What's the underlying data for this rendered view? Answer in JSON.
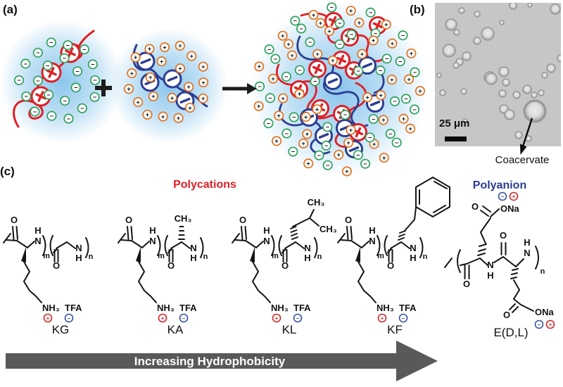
{
  "figure": {
    "panel_a_label": "(a)",
    "panel_b_label": "(b)",
    "panel_c_label": "(c)"
  },
  "panel_b": {
    "scale_bar_label": "25 μm",
    "annotation": "Coacervate"
  },
  "panel_c": {
    "polycations_title": "Polycations",
    "polyanion_title": "Polyanion",
    "arrow_label": "Increasing Hydrophobicity",
    "structures": [
      {
        "label": "KG"
      },
      {
        "label": "KA"
      },
      {
        "label": "KL"
      },
      {
        "label": "KF"
      },
      {
        "label": "E(D,L)"
      }
    ]
  },
  "chem": {
    "O": "O",
    "N": "N",
    "H": "H",
    "m": "m",
    "n": "n",
    "NH3": "NH₃",
    "TFA": "TFA",
    "CH3": "CH₃",
    "ONa": "ONa",
    "plus": "+",
    "minus": "−"
  },
  "colors": {
    "polycation_red": "#df1f26",
    "polyanion_blue": "#2b3d92",
    "counterion_minus_green": "#2da05c",
    "counterion_plus_orange": "#e0701d",
    "charge_plus_red": "#d4262a",
    "charge_minus_blue": "#3953a4",
    "solution_blue": "#8cc6ec",
    "arrow_gray": "#595959"
  }
}
